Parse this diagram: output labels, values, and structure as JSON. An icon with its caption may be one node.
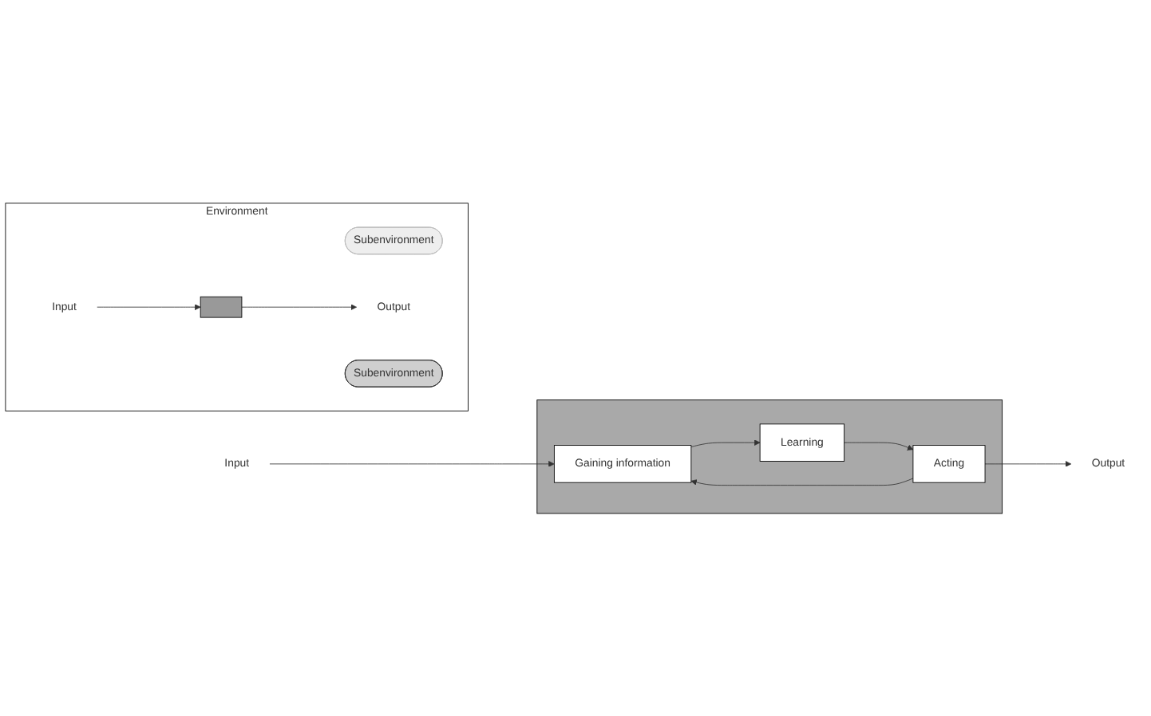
{
  "diagram": {
    "nodes": [
      {
        "text": [
          "Environment"
        ]
      },
      {
        "text": [
          "Subenvironment"
        ],
        "in": 0
      },
      {
        "text": [
          "Input"
        ],
        "in": 0
      },
      {
        "text": [],
        "shape": "box",
        "in": 0
      },
      {
        "text": [
          "Output"
        ],
        "in": 0
      },
      {
        "text": [
          "Subenvironment"
        ],
        "in": 0
      },
      {
        "text": [],
        "shape": "box"
      },
      {
        "text": [
          "Input"
        ]
      },
      {
        "text": [
          "Gaining information"
        ],
        "in": 6
      },
      {
        "text": [
          "Learning"
        ],
        "in": 6
      },
      {
        "text": [
          "Acting"
        ],
        "in": 6
      },
      {
        "text": [
          "Output"
        ]
      }
    ],
    "edges": [
      {
        "from": 2,
        "to": 3,
        "arrow": "to"
      },
      {
        "from": 3,
        "to": 4,
        "arrow": "to"
      },
      {
        "from": 7,
        "to": 8,
        "arrow": "to"
      },
      {
        "from": 8,
        "to": 9,
        "arrow": "to"
      },
      {
        "from": 9,
        "to": 10,
        "arrow": "to"
      },
      {
        "from": 10,
        "to": 8,
        "arrow": "to"
      },
      {
        "from": 10,
        "to": 11,
        "arrow": "to"
      }
    ]
  }
}
